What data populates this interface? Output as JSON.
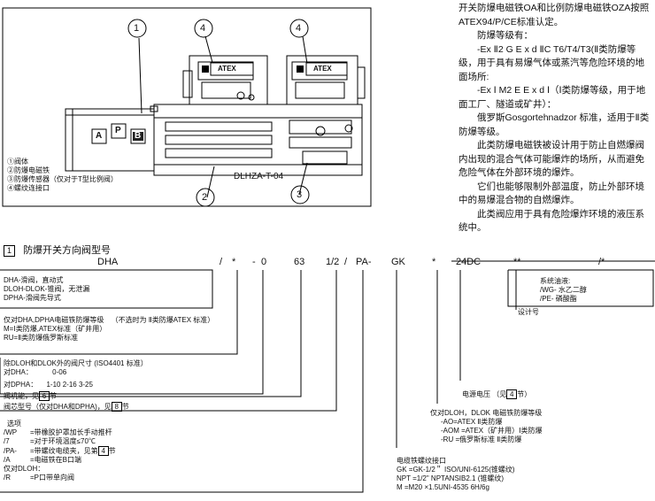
{
  "diagram": {
    "callouts": [
      "1",
      "4",
      "4",
      "2",
      "3"
    ],
    "panel_letters": [
      "A",
      "P",
      "B"
    ],
    "brand_labels": [
      "ATEX",
      "ATEX"
    ],
    "model_label": "DLHZA-T-04",
    "legend": [
      "①阀体",
      "②防爆电磁铁",
      "③防爆传感器（仅对于T型比例阀）",
      "④螺纹连接口"
    ]
  },
  "description": {
    "paragraphs": [
      "开关防爆电磁铁OA和比例防爆电磁铁OZA按照ATEX94/P/CE标准认定。",
      "防爆等级有：",
      "-Ex Ⅱ2 G E x d ⅡC T6/T4/T3(Ⅱ类防爆等级，用于具有易爆气体或蒸汽等危险环境的地面场所:",
      "-Ex Ⅰ M2 E E x d Ⅰ（Ⅰ类防爆等级，用于地面工厂、隧道或矿井）：",
      "俄罗斯Gosgortehnadzor 标准，适用于Ⅱ类防爆等级。",
      "此类防爆电磁铁被设计用于防止自燃爆阀内出现的混合气体可能爆炸的场所，从而避免危险气体在外部环境的爆炸。",
      "它们也能够限制外部温度，防止外部环境中的易爆混合物的自燃爆炸。",
      "此类阀应用于具有危险爆炸环境的液压系统中。"
    ]
  },
  "section": {
    "number": "1",
    "title": "防爆开关方向阀型号"
  },
  "code": {
    "parts": [
      "DHA",
      "/",
      "*",
      "-",
      "0",
      "63",
      "1/2",
      "/",
      "PA-",
      "GK",
      "*",
      "24DC",
      "**",
      "/*"
    ]
  },
  "notes": {
    "fluid_title": "系统油液:",
    "fluid_1": "/WG- 水乙二醇",
    "fluid_2": "/PE- 磷酸酯",
    "design_no": "设计号",
    "valve_types": [
      "DHA-滑阀，直动式",
      "DLOH-DLOK-锥阀，无泄漏",
      "DPHA-滑阀先导式"
    ],
    "explosion_head": "仅对DHA,DPHA电磁铁防爆等级",
    "explosion_note": "（不选时为 Ⅱ类防爆ATEX  标准）",
    "explosion_items": [
      "M=Ⅰ类防爆,ATEX标准（矿井用）",
      "RU=Ⅱ类防爆俄罗斯标准"
    ],
    "size_head": "除DLOH和DLOK外的阀尺寸  (ISO4401 标准）",
    "size_dha_label": "对DHA：",
    "size_dha": "0-06",
    "size_dpha_label": "对DPHA：",
    "size_dpha": "1-10  2-16  3-25",
    "function": {
      "prefix": "阀机能，见",
      "box": "6",
      "suffix": "节"
    },
    "spool": {
      "prefix": "阀芯型号（仅对DHA和DPHA)，见",
      "box": "8",
      "suffix": "节"
    },
    "voltage": {
      "prefix": "电源电压 （见",
      "box": "4",
      "suffix": "节）"
    },
    "dloh_head": "仅对DLOH，DLOK 电磁铁防爆等级",
    "dloh_items": [
      "-AO=ATEX Ⅱ类防爆",
      "-AOM =ATEX（矿井用）Ⅰ类防爆",
      "-RU =俄罗斯标准 Ⅱ类防爆"
    ],
    "options_head": "选项",
    "options": [
      [
        "/WP",
        "=带橡胶护罩加长手动推杆"
      ],
      [
        "/7",
        "=对于环境温度≤70℃"
      ],
      [
        "/PA-",
        "=带螺纹电缆夹，见第",
        "4",
        "节"
      ],
      [
        "/A",
        "=电磁铁在B口端"
      ]
    ],
    "options_dloh": "仅对DLOH：",
    "options_r": [
      "/R",
      "=P口带单向阀"
    ],
    "cable_head": "电缆铁螺纹接口",
    "cable_items": [
      "GK =GK-1/2＂ ISO/UNI-6125(锥螺纹)",
      "NPT =1/2\" NPTANSIB2.1 (锥螺纹)",
      "M  =M20 ×1.5UNI-4535 6H/6g"
    ]
  }
}
